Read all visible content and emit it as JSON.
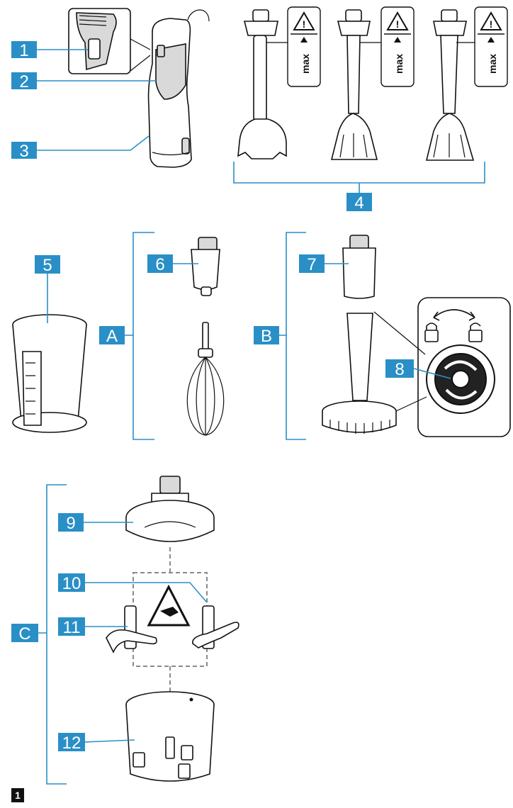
{
  "callouts": {
    "c1": "1",
    "c2": "2",
    "c3": "3",
    "c4": "4",
    "c5": "5",
    "c6": "6",
    "c7": "7",
    "c8": "8",
    "c9": "9",
    "c10": "10",
    "c11": "11",
    "c12": "12",
    "cA": "A",
    "cB": "B",
    "cC": "C"
  },
  "warning": {
    "max_label": "max",
    "symbol": "⚠"
  },
  "figure_number": "1",
  "icons": [
    "warning-triangle-icon",
    "lock-closed-icon",
    "lock-open-icon",
    "hand-hazard-icon"
  ],
  "colors": {
    "callout": "#2a8fc6",
    "line": "#111111",
    "shade": "#d9d9d9"
  }
}
